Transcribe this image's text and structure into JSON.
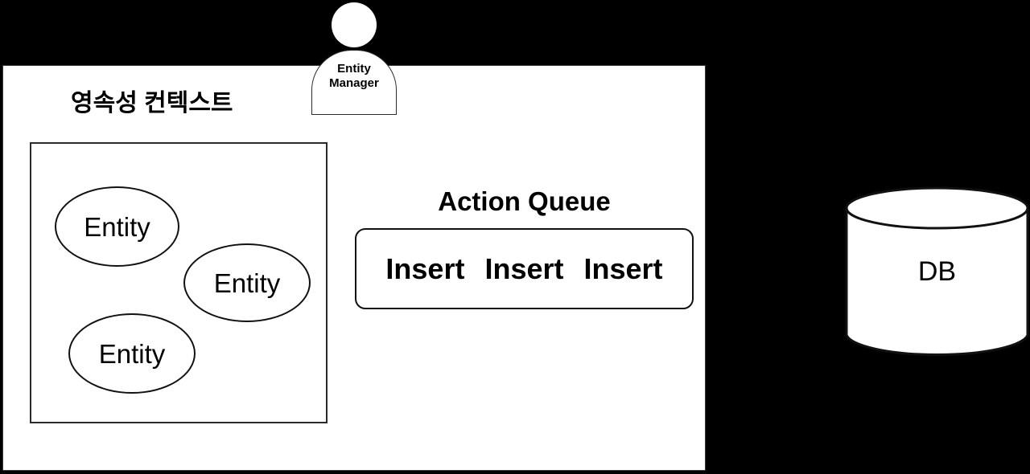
{
  "diagram": {
    "background_color": "#000000",
    "panel": {
      "fill": "#ffffff",
      "title": "영속성 컨텍스트"
    },
    "entity_box": {
      "entities": [
        {
          "label": "Entity"
        },
        {
          "label": "Entity"
        },
        {
          "label": "Entity"
        }
      ]
    },
    "actor": {
      "name_line_1": "Entity",
      "name_line_2": "Manager",
      "fill": "#ffffff"
    },
    "action_queue": {
      "title": "Action Queue",
      "items": [
        {
          "label": "Insert"
        },
        {
          "label": "Insert"
        },
        {
          "label": "Insert"
        }
      ]
    },
    "database": {
      "label": "DB",
      "fill": "#ffffff",
      "stroke": "#111111"
    }
  }
}
